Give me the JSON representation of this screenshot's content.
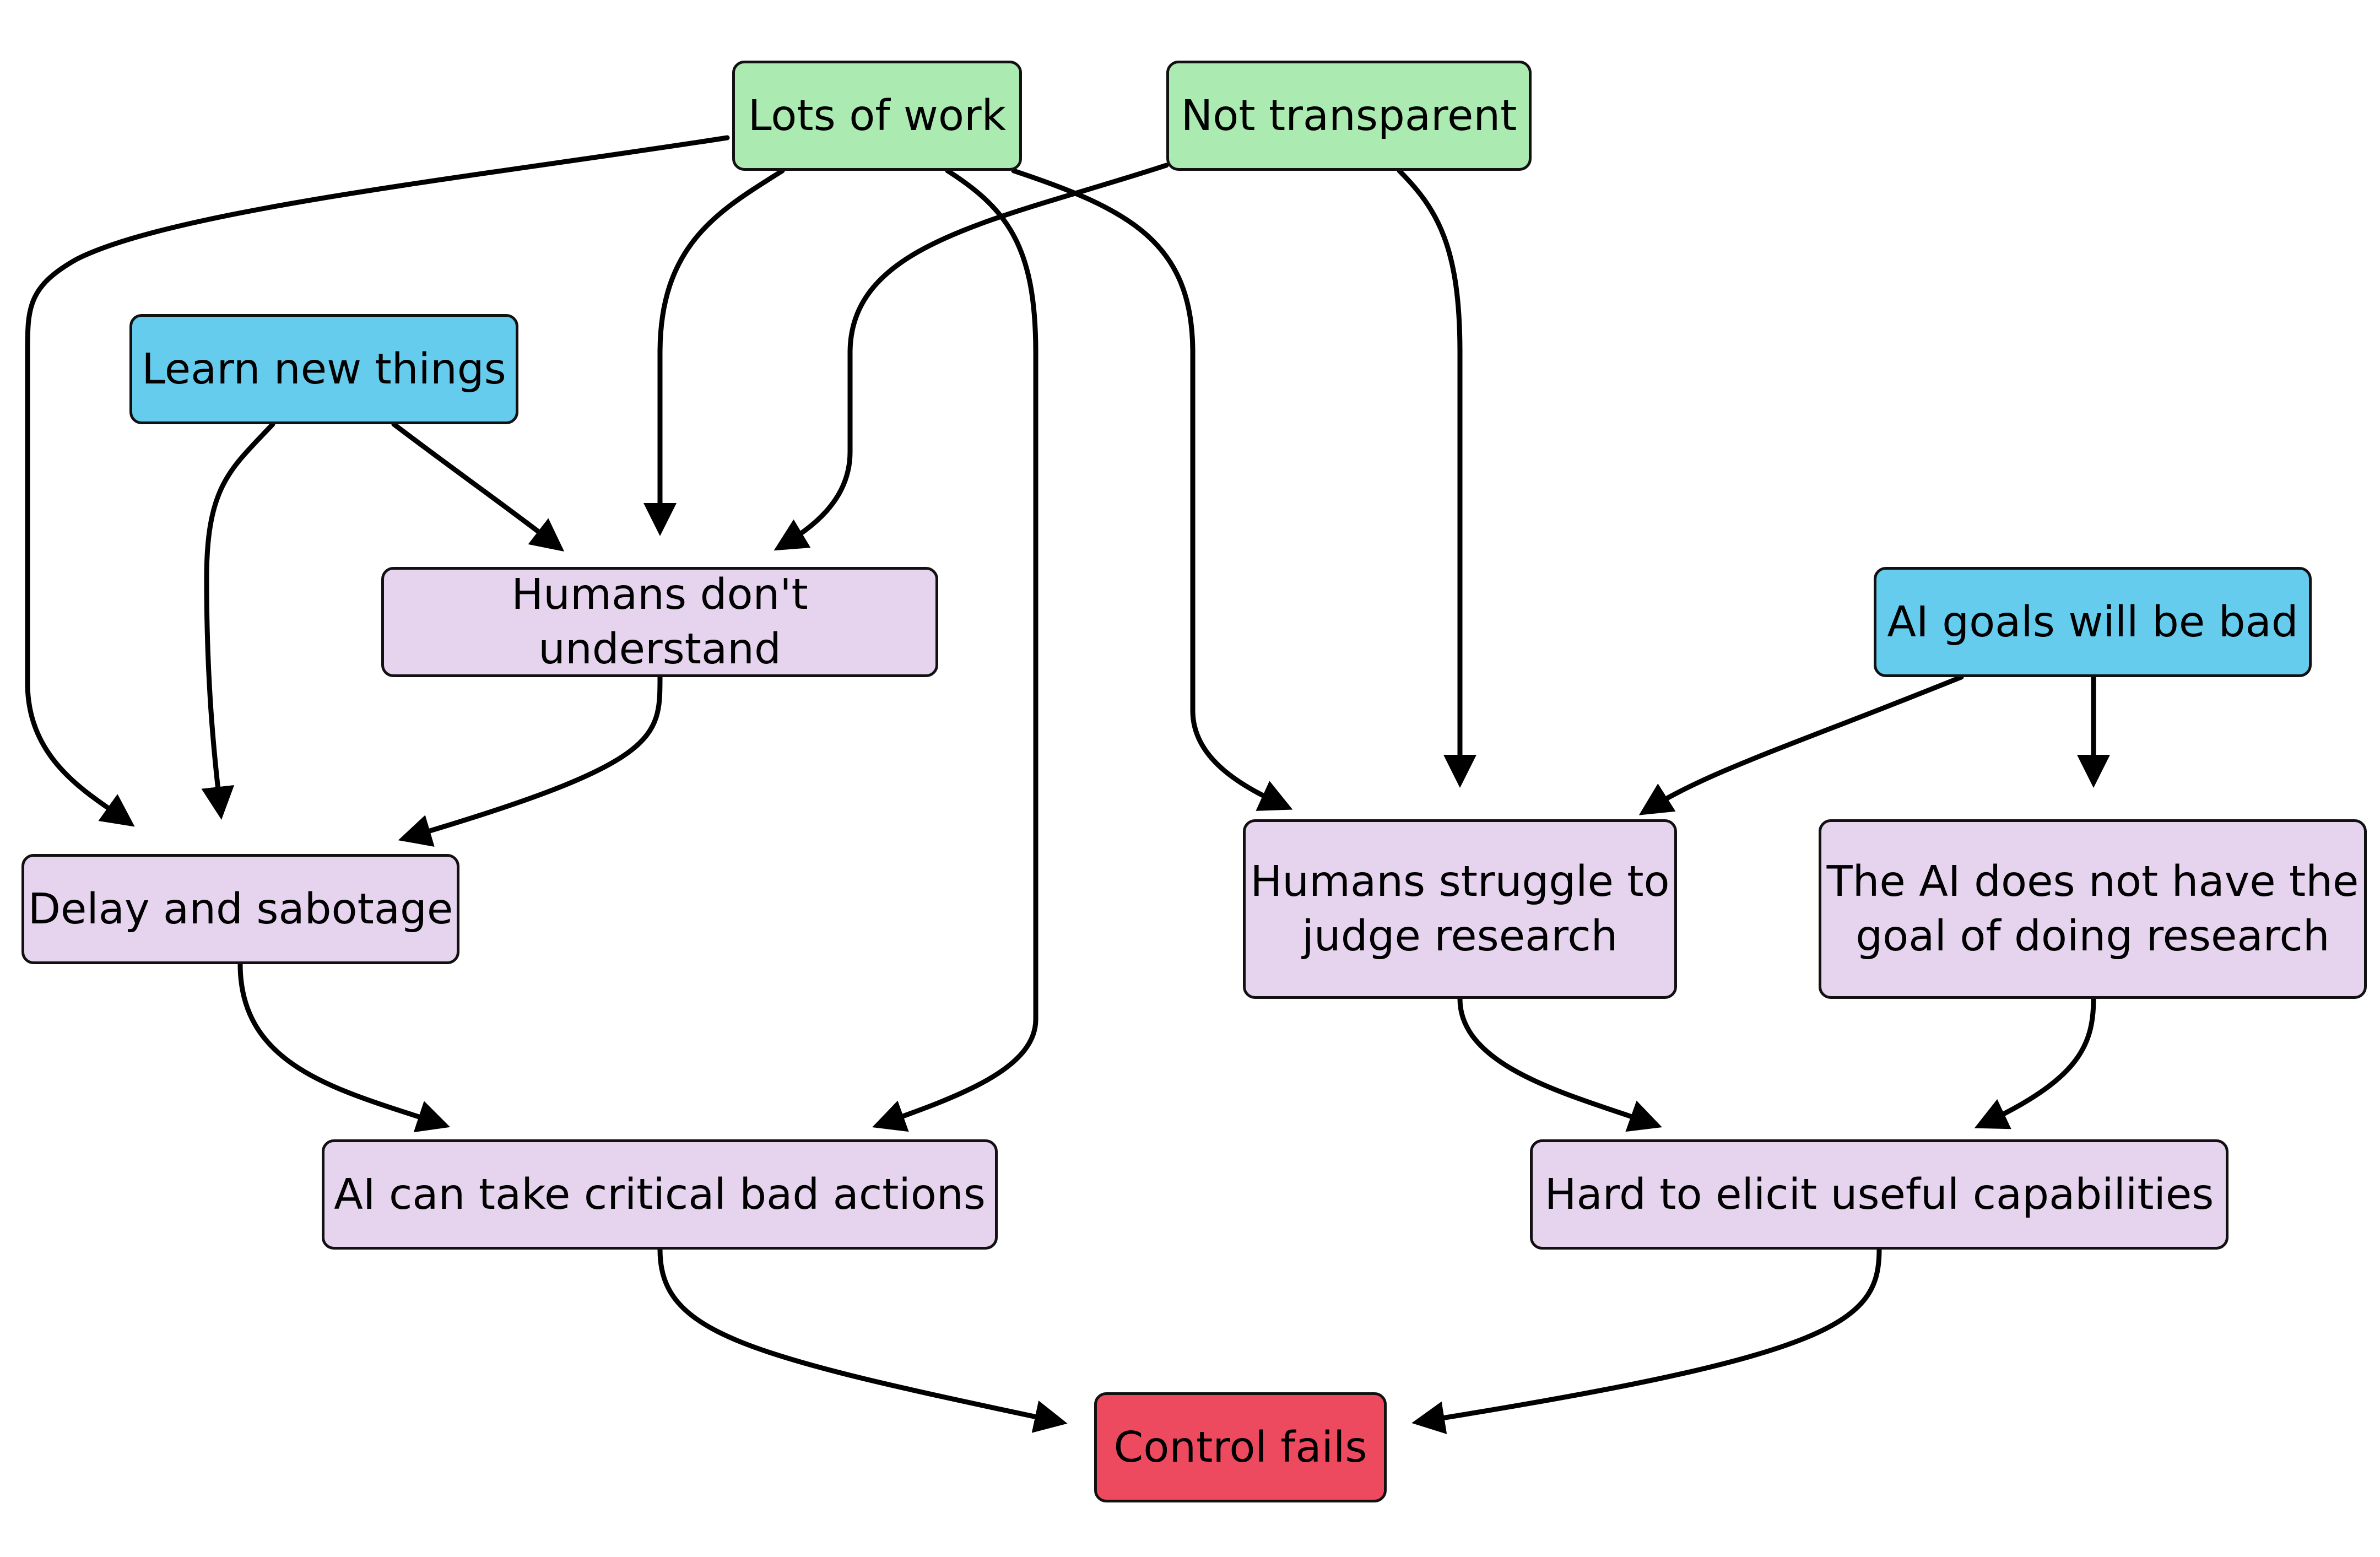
{
  "colors": {
    "green": "#abebb2",
    "blue": "#66ccee",
    "purple": "#e6d3ee",
    "red": "#ee4a5f",
    "edge": "#000000"
  },
  "nodes": {
    "lots_of_work": {
      "label": "Lots of work",
      "color": "green"
    },
    "not_transparent": {
      "label": "Not transparent",
      "color": "green"
    },
    "learn_new_things": {
      "label": "Learn new things",
      "color": "blue"
    },
    "humans_dont_understand": {
      "label": "Humans don't understand",
      "color": "purple"
    },
    "ai_goals_bad": {
      "label": "AI goals will be bad",
      "color": "blue"
    },
    "delay_sabotage": {
      "label": "Delay and sabotage",
      "color": "purple"
    },
    "humans_struggle": {
      "label": "Humans struggle to judge research",
      "lines": [
        "Humans struggle to",
        "judge research"
      ],
      "color": "purple"
    },
    "ai_no_goal": {
      "label": "The AI does not have the goal of doing research",
      "lines": [
        "The AI does not have the",
        "goal of doing research"
      ],
      "color": "purple"
    },
    "critical_bad_actions": {
      "label": "AI can take critical bad actions",
      "color": "purple"
    },
    "hard_to_elicit": {
      "label": "Hard to elicit useful capabilities",
      "color": "purple"
    },
    "control_fails": {
      "label": "Control fails",
      "color": "red"
    }
  },
  "edges": [
    {
      "from": "lots_of_work",
      "to": "delay_sabotage"
    },
    {
      "from": "lots_of_work",
      "to": "humans_dont_understand"
    },
    {
      "from": "lots_of_work",
      "to": "critical_bad_actions"
    },
    {
      "from": "lots_of_work",
      "to": "humans_struggle"
    },
    {
      "from": "not_transparent",
      "to": "humans_dont_understand"
    },
    {
      "from": "not_transparent",
      "to": "humans_struggle"
    },
    {
      "from": "learn_new_things",
      "to": "humans_dont_understand"
    },
    {
      "from": "learn_new_things",
      "to": "delay_sabotage"
    },
    {
      "from": "humans_dont_understand",
      "to": "delay_sabotage"
    },
    {
      "from": "ai_goals_bad",
      "to": "humans_struggle"
    },
    {
      "from": "ai_goals_bad",
      "to": "ai_no_goal"
    },
    {
      "from": "delay_sabotage",
      "to": "critical_bad_actions"
    },
    {
      "from": "humans_struggle",
      "to": "hard_to_elicit"
    },
    {
      "from": "ai_no_goal",
      "to": "hard_to_elicit"
    },
    {
      "from": "critical_bad_actions",
      "to": "control_fails"
    },
    {
      "from": "hard_to_elicit",
      "to": "control_fails"
    }
  ]
}
